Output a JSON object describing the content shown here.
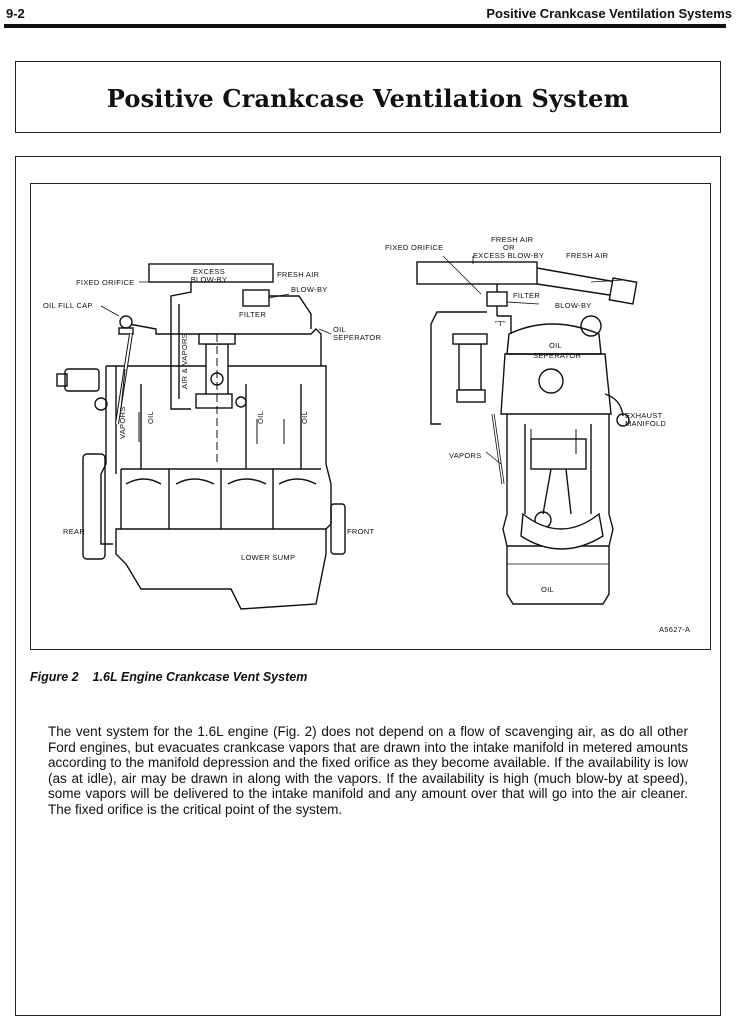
{
  "header": {
    "page_number": "9-2",
    "running_title": "Positive Crankcase Ventilation Systems"
  },
  "title": "Positive Crankcase Ventilation System",
  "figure": {
    "labels": {
      "fixed_orifice_left": "FIXED ORIFICE",
      "excess": "EXCESS",
      "blow_by": "BLOW-BY",
      "fresh_air_left": "FRESH AIR",
      "blow_by_left": "BLOW-BY",
      "filter_left": "FILTER",
      "oil_fill_cap": "OIL FILL CAP",
      "oil": "OIL",
      "seperator": "SEPERATOR",
      "air_vapors": "AIR & VAPORS",
      "vapors_left": "VAPORS",
      "oil_flow": "OIL",
      "rear": "REAR",
      "front": "FRONT",
      "lower_sump": "LOWER SUMP",
      "fresh_air_or": "FRESH AIR",
      "or": "OR",
      "excess_blow_by": "EXCESS BLOW-BY",
      "fixed_orifice_right": "FIXED ORIFICE",
      "fresh_air_right": "FRESH AIR",
      "filter_right": "FILTER",
      "blow_by_right": "BLOW-BY",
      "t_mark": "\"T\"",
      "oil_right": "OIL",
      "seperator_right": "SEPERATOR",
      "exhaust": "EXHAUST",
      "manifold": "MANIFOLD",
      "vapors_right": "VAPORS",
      "oil_sump": "OIL",
      "figure_code": "A5627-A"
    },
    "caption_label": "Figure 2",
    "caption_text": "1.6L Engine Crankcase Vent System"
  },
  "body_text": "The vent system for the 1.6L engine (Fig. 2) does not depend on a flow of scavenging air, as do all other Ford engines, but evacuates crankcase vapors that are drawn into the intake manifold in metered amounts according to the manifold depression and the fixed orifice as they become available. If the availability is low (as at idle), air may be drawn in along with the vapors. If the availability is  high (much blow-by at speed), some vapors will be delivered to the intake manifold and any amount over that will go into the air cleaner. The fixed orifice is the critical point of the system."
}
